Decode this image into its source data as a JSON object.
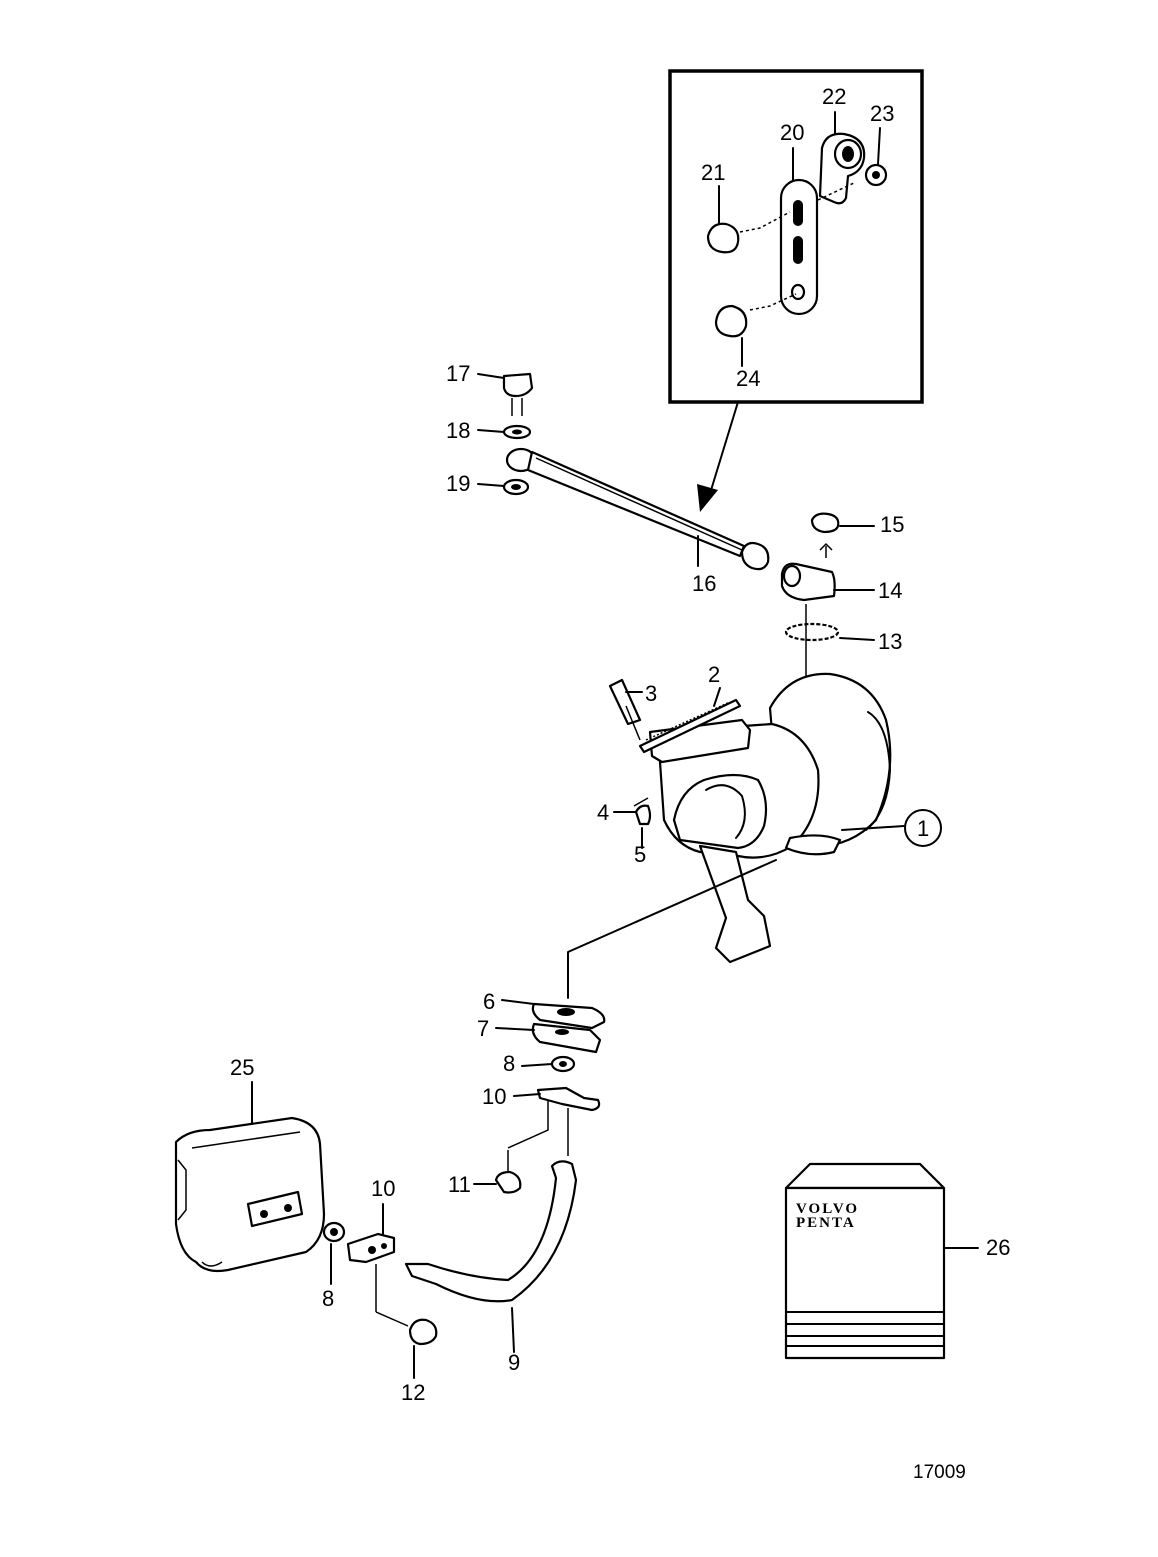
{
  "callouts": {
    "p1": "1",
    "p2": "2",
    "p3": "3",
    "p4": "4",
    "p5": "5",
    "p6": "6",
    "p7": "7",
    "p8a": "8",
    "p8b": "8",
    "p9": "9",
    "p10a": "10",
    "p10b": "10",
    "p11": "11",
    "p12": "12",
    "p13": "13",
    "p14": "14",
    "p15": "15",
    "p16": "16",
    "p17": "17",
    "p18": "18",
    "p19": "19",
    "p20": "20",
    "p21": "21",
    "p22": "22",
    "p23": "23",
    "p24": "24",
    "p25": "25",
    "p26": "26"
  },
  "manual_cover": {
    "brand_line1": "VOLVO",
    "brand_line2": "PENTA"
  },
  "drawing_number": "17009"
}
